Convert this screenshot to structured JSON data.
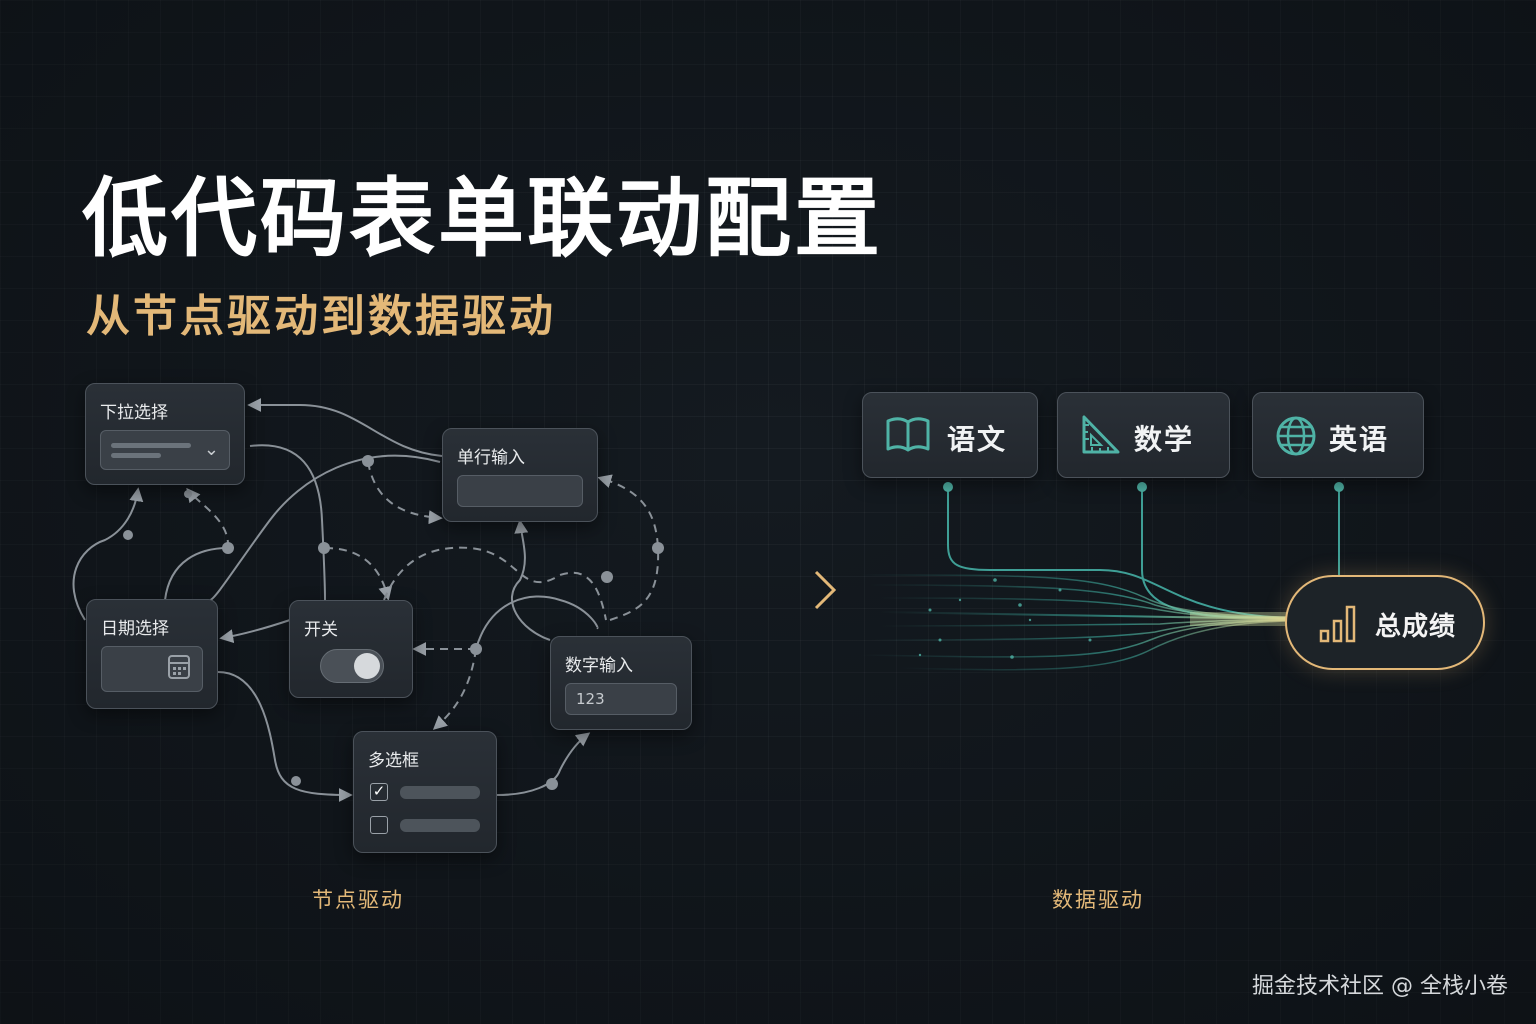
{
  "title": "低代码表单联动配置",
  "subtitle": "从节点驱动到数据驱动",
  "node_driven": {
    "caption": "节点驱动",
    "nodes": {
      "dropdown": "下拉选择",
      "single_line": "单行输入",
      "date": "日期选择",
      "switch": "开关",
      "number": "数字输入",
      "number_value": "123",
      "multi_select": "多选框"
    }
  },
  "data_driven": {
    "caption": "数据驱动",
    "subjects": [
      {
        "label": "语文",
        "icon": "book-icon"
      },
      {
        "label": "数学",
        "icon": "ruler-triangle-icon"
      },
      {
        "label": "英语",
        "icon": "globe-icon"
      }
    ],
    "total": {
      "label": "总成绩",
      "icon": "bar-chart-icon"
    }
  },
  "watermark": "掘金技术社区 @ 全栈小卷",
  "colors": {
    "accent_gold": "#e3b878",
    "teal": "#4fb3a6",
    "background": "#141a20"
  }
}
